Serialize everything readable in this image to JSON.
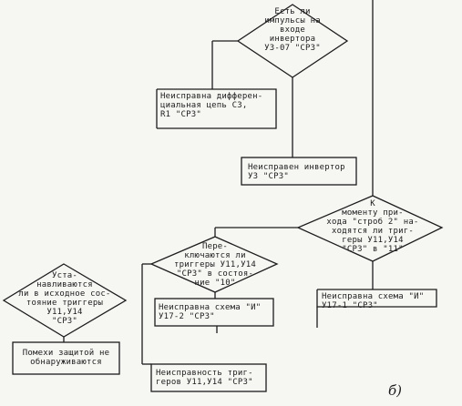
{
  "nodes": {
    "d1": "Есть ли\nимпульсы на входе\nинвертора\nУ3-07 \"СР3\"",
    "b1": "Неисправна дифферен-\nциальная цепь С3,\nR1 \"СР3\"",
    "b2": "Неисправен инвертор\nУ3 \"СР3\"",
    "d2": "К\nмоменту при-\nхода \"строб 2\" на-\nходятся ли триг-\nгеры У11,У14\n\"СР3\" в \"11\"",
    "d3": "Пере-\nключаются ли\nтриггеры У11,У14\n\"СР3\" в состоя-\nние \"10\"",
    "b3": "Неисправна схема \"И\"\nУ17-1 \"СР3\"",
    "d4": "Уста-\nнавливаются\nли в исходное сос-\nтояние триггеры\nУ11,У14\n\"СР3\"",
    "b4": "Неисправна схема \"И\"\nУ17-2 \"СР3\"",
    "b5": "Помехи защитой не\nобнаруживаются",
    "b6": "Неисправность триг-\nгеров У11,У14 \"СР3\""
  },
  "figure_label": "б)"
}
